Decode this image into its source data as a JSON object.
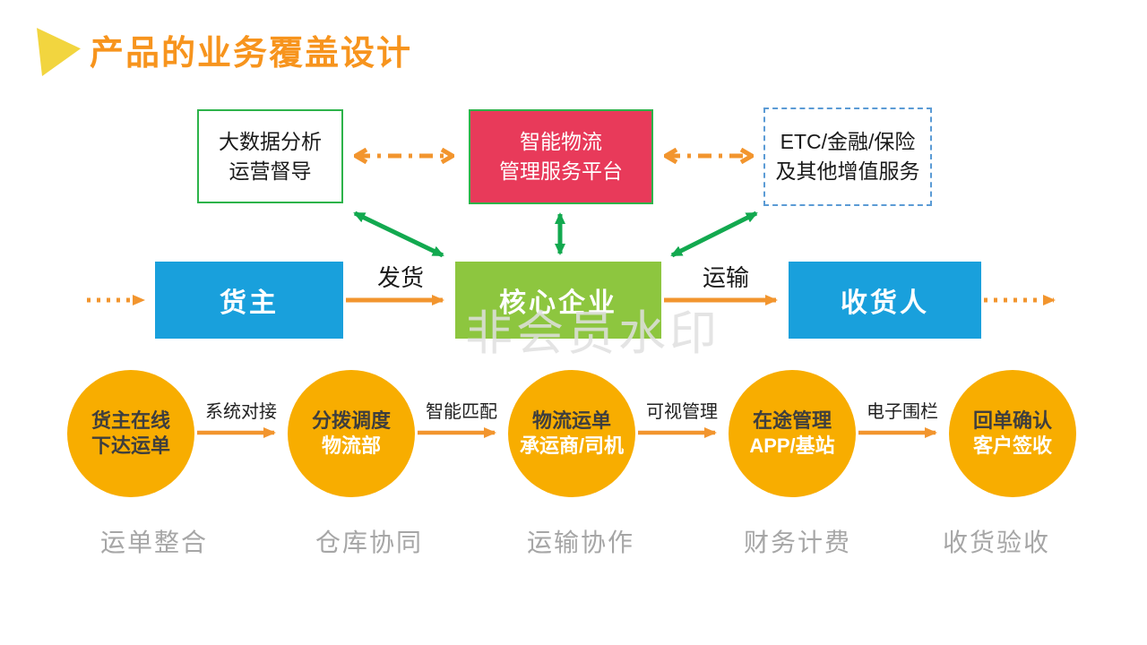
{
  "title": "产品的业务覆盖设计",
  "watermark": "非会员水印",
  "top_row": {
    "left": {
      "line1": "大数据分析",
      "line2": "运营督导"
    },
    "center": {
      "line1": "智能物流",
      "line2": "管理服务平台"
    },
    "right": {
      "line1": "ETC/金融/保险",
      "line2": "及其他增值服务"
    }
  },
  "flow_row": {
    "shipper": "货主",
    "core": "核心企业",
    "receiver": "收货人",
    "ship_label": "发货",
    "transport_label": "运输"
  },
  "process_row": {
    "circles": [
      {
        "line1": "货主在线",
        "line2": "下达运单"
      },
      {
        "line1": "分拨调度",
        "line2": "物流部"
      },
      {
        "line1": "物流运单",
        "line2": "承运商/司机"
      },
      {
        "line1": "在途管理",
        "line2": "APP/基站"
      },
      {
        "line1": "回单确认",
        "line2": "客户签收"
      }
    ],
    "arrow_labels": [
      "系统对接",
      "智能匹配",
      "可视管理",
      "电子围栏"
    ]
  },
  "bottom_labels": [
    "运单整合",
    "仓库协同",
    "运输协作",
    "财务计费",
    "收货验收"
  ],
  "colors": {
    "title_orange": "#F7941D",
    "triangle_yellow": "#F2D53F",
    "arrow_orange": "#F2952E",
    "green_arrow": "#12A94F",
    "box_border_green": "#2DB34A",
    "red_box": "#E83A5A",
    "blue_box": "#19A0DC",
    "green_box": "#8DC63F",
    "dashed_border_blue": "#5B9BD5",
    "circle_amber": "#F8AD00",
    "circle_dark_text": "#3E3E3E",
    "bottom_label_gray": "#A6A6A6"
  }
}
